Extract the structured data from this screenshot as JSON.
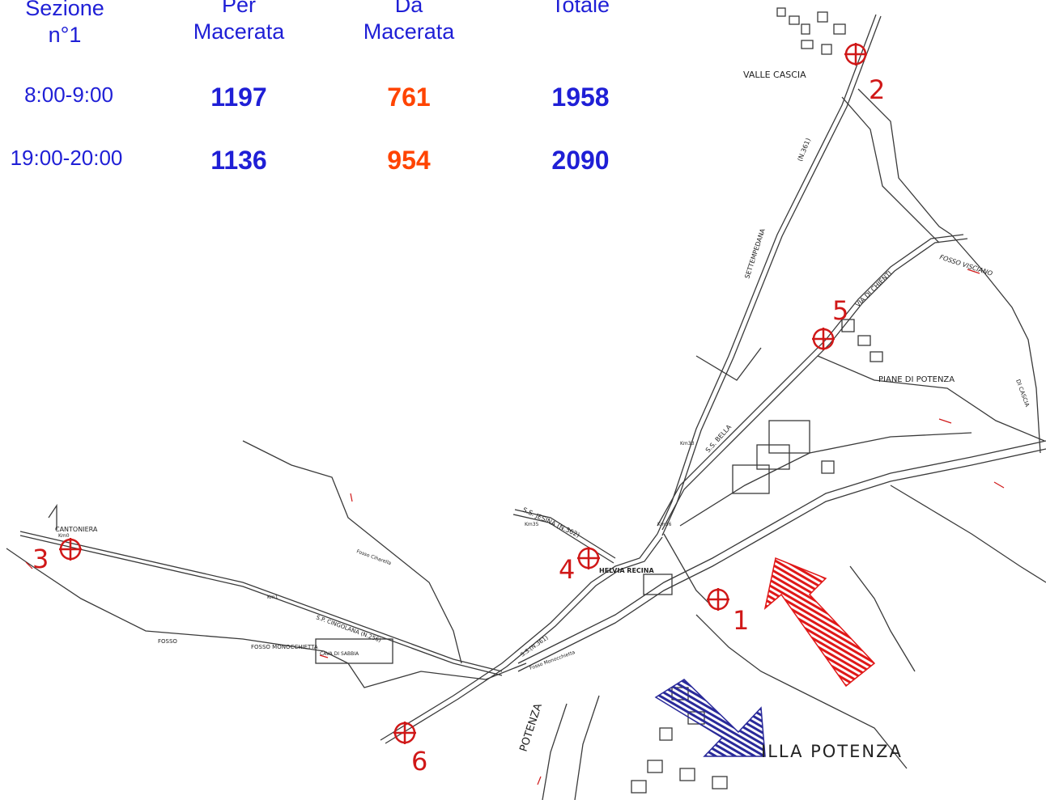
{
  "table": {
    "headers": [
      "Sezione\nn°1",
      "Per\nMacerata",
      "Da\nMacerata",
      "Totale"
    ],
    "rows": [
      {
        "time": "8:00-9:00",
        "per": "1197",
        "da": "761",
        "totale": "1958"
      },
      {
        "time": "19:00-20:00",
        "per": "1136",
        "da": "954",
        "totale": "2090"
      }
    ]
  },
  "map": {
    "places": {
      "valle_cascia": "VALLE CASCIA",
      "piane_di_potenza": "PIANE DI POTENZA",
      "villa_potenza": "ILLA POTENZA",
      "cantoniera": "CANTONIERA",
      "helvia_recina": "HELVIA RECINA",
      "cava_di_sabbia": "CAVA DI SABBIA",
      "potenza": "POTENZA"
    },
    "roads": {
      "settempedana": "SETTEMPEDANA",
      "ss_n361": "(N.361)",
      "via_cimenti": "VIA DI CHIENTI",
      "ss_bella": "S.S. BELLA",
      "ss_jesina": "S.S. JESINA (N.362)",
      "ss_n361_b": "S.S.(N.361)",
      "sp_cingolana": "S.P. CINGOLANA (N.256)",
      "km33": "Km33",
      "km35": "Km35",
      "km1": "Km1",
      "km0": "Km0",
      "km36": "Km36"
    },
    "streams": {
      "fosso_visciano": "FOSSO VISCIANO",
      "fosso_monocchietta": "FOSSO MONOCCHIETTA",
      "fosso_ciharella": "Fosso Ciharella",
      "fosso_monocchietta_b": "Fosso Monocchietta",
      "di_cascia": "DI CASCIA",
      "fosso_left": "FOSSO"
    },
    "checkpoints": [
      "1",
      "2",
      "3",
      "4",
      "5",
      "6"
    ],
    "colors": {
      "inbound_arrow": "#e01818",
      "outbound_arrow": "#1a1a8a",
      "checkpoint": "#d01818"
    }
  }
}
